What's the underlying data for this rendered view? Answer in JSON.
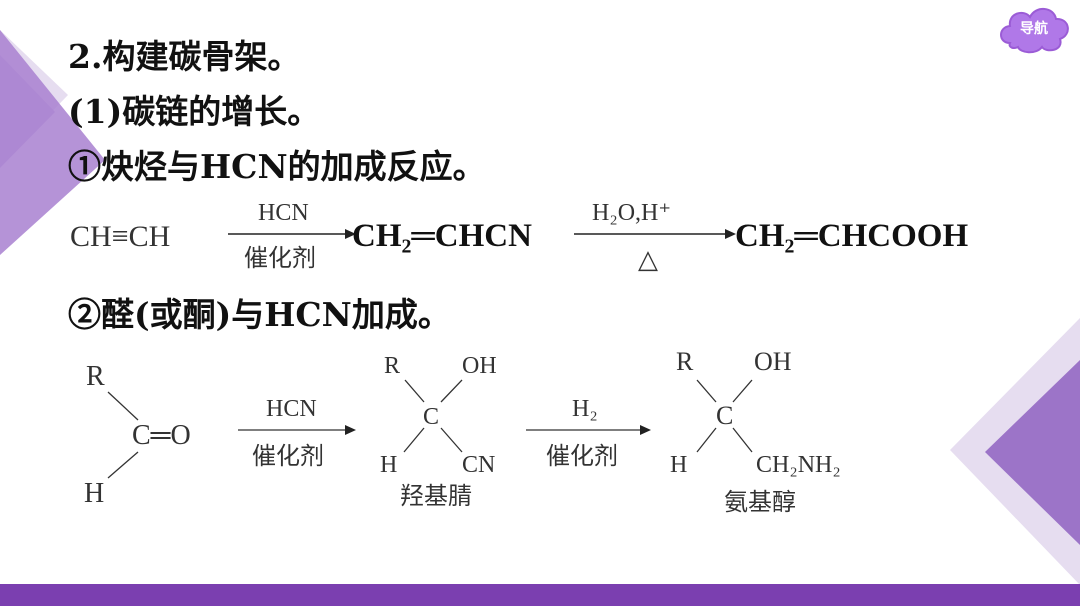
{
  "nav": {
    "label": "导航"
  },
  "content": {
    "heading": "2.构建碳骨架。",
    "subheading": "(1)碳链的增长。",
    "item1": "①炔烃与HCN的加成反应。",
    "item2": "②醛(或酮)与HCN加成。"
  },
  "reaction1": {
    "reactant": "CH≡CH",
    "arrow1_top": "HCN",
    "arrow1_bottom": "催化剂",
    "intermediate": "CH₂═CHCN",
    "arrow2_top": "H₂O,H⁺",
    "arrow2_bottom": "△",
    "product": "CH₂═CHCOOH"
  },
  "reaction2": {
    "r1": "R",
    "h1": "H",
    "c1": "C═O",
    "arrow1_top": "HCN",
    "arrow1_bottom": "催化剂",
    "r2": "R",
    "oh2": "OH",
    "c2": "C",
    "h2": "H",
    "cn2": "CN",
    "name2": "羟基腈",
    "arrow2_top": "H₂",
    "arrow2_bottom": "催化剂",
    "r3": "R",
    "oh3": "OH",
    "c3": "C",
    "h3": "H",
    "ch2nh2": "CH₂NH₂",
    "name3": "氨基醇"
  },
  "colors": {
    "accent": "#7b3fb0",
    "accent_light": "#b89ad8",
    "nav_fill": "#b078e8"
  }
}
